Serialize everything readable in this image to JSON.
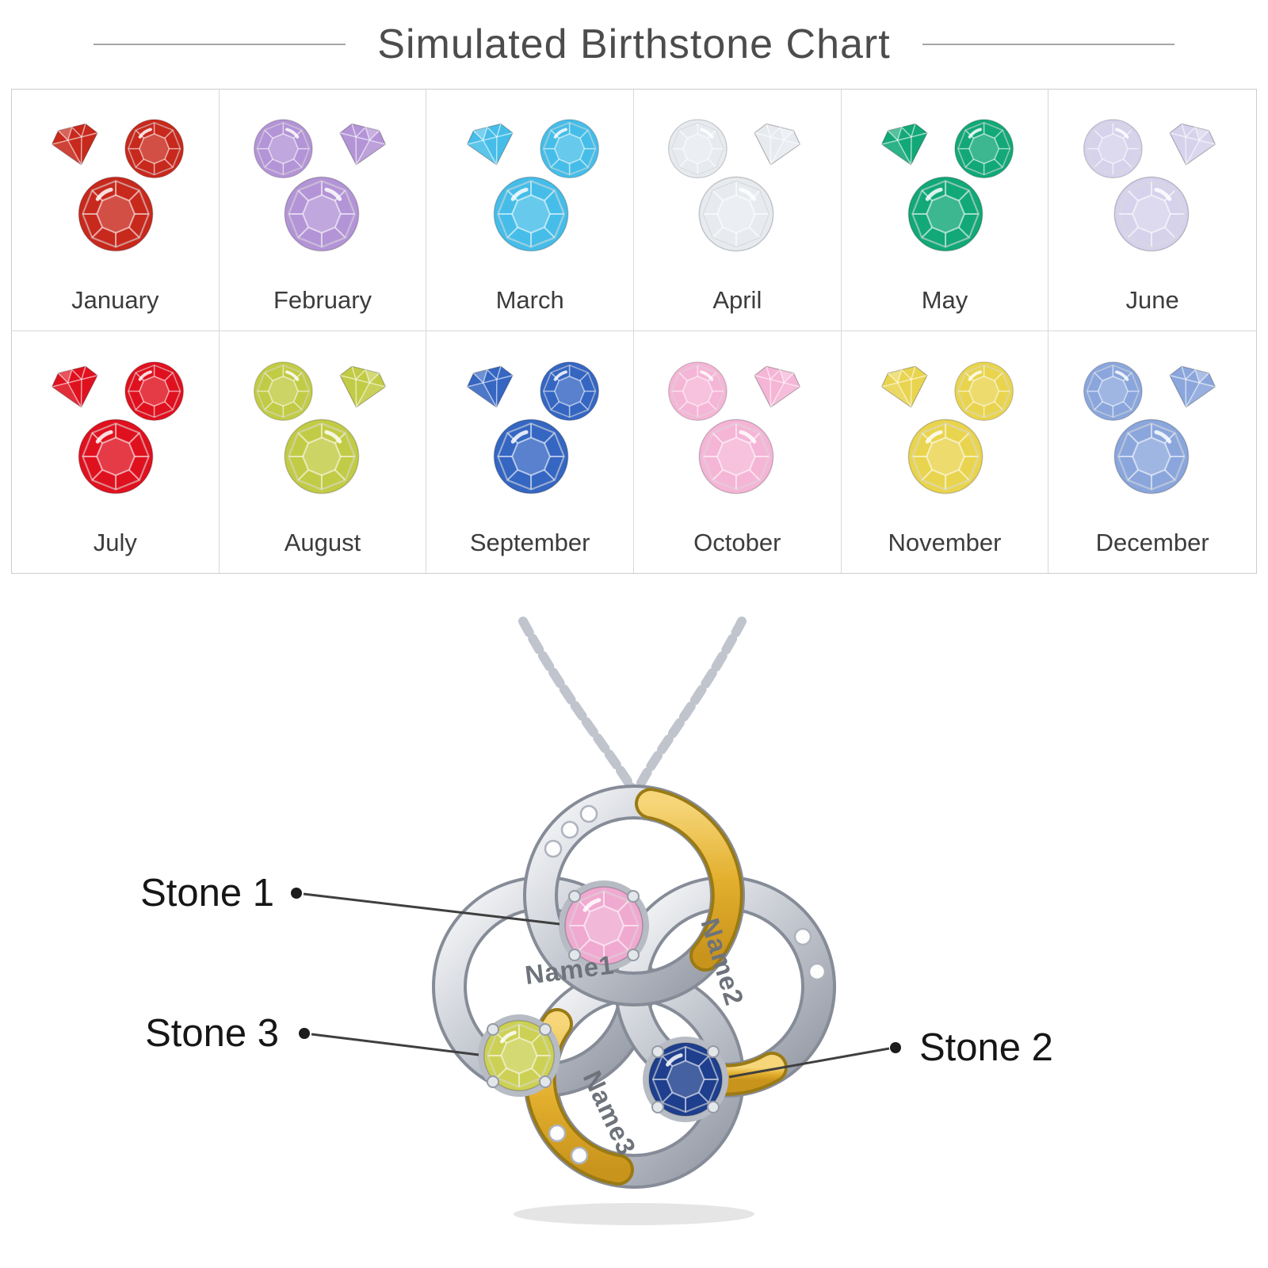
{
  "title": "Simulated Birthstone Chart",
  "months": [
    {
      "name": "January",
      "color": "#c8291d"
    },
    {
      "name": "February",
      "color": "#b394d6"
    },
    {
      "name": "March",
      "color": "#46bde8"
    },
    {
      "name": "April",
      "color": "#e7ebf0"
    },
    {
      "name": "May",
      "color": "#12a878"
    },
    {
      "name": "June",
      "color": "#d6d2ec"
    },
    {
      "name": "July",
      "color": "#e0111f"
    },
    {
      "name": "August",
      "color": "#c2cb45"
    },
    {
      "name": "September",
      "color": "#3566c2"
    },
    {
      "name": "October",
      "color": "#f5b5d6"
    },
    {
      "name": "November",
      "color": "#e9d44f"
    },
    {
      "name": "December",
      "color": "#8aa6dc"
    }
  ],
  "pendant": {
    "names": [
      "Name1",
      "Name2",
      "Name3"
    ],
    "callouts": [
      {
        "label": "Stone 1"
      },
      {
        "label": "Stone 2"
      },
      {
        "label": "Stone 3"
      }
    ],
    "stones": [
      {
        "id": "stone-1",
        "color": "#f0a9d0"
      },
      {
        "id": "stone-2",
        "color": "#1e3f8d"
      },
      {
        "id": "stone-3",
        "color": "#ccd156"
      }
    ],
    "colors": {
      "gold": "#e4b02f",
      "silver": "#c6cad2"
    }
  }
}
